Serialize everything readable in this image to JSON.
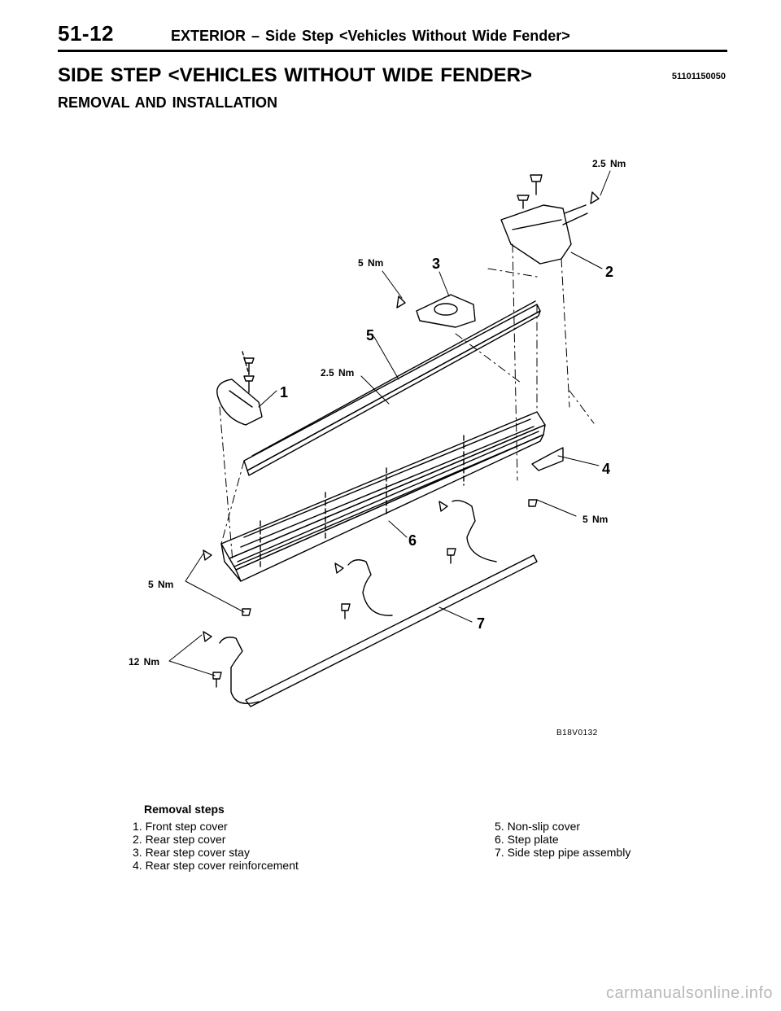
{
  "header": {
    "page_number": "51-12",
    "running_title": "EXTERIOR – Side Step <Vehicles Without Wide Fender>"
  },
  "section": {
    "title": "SIDE STEP <VEHICLES WITHOUT WIDE FENDER>",
    "code": "51101150050",
    "subtitle": "REMOVAL AND INSTALLATION"
  },
  "figure": {
    "id": "B18V0132",
    "callouts": [
      "1",
      "2",
      "3",
      "4",
      "5",
      "6",
      "7"
    ],
    "torques": [
      "2.5 Nm",
      "5 Nm",
      "2.5 Nm",
      "5 Nm",
      "5 Nm",
      "12 Nm"
    ]
  },
  "removal_steps": {
    "heading": "Removal steps",
    "items": [
      "1. Front step cover",
      "2. Rear step cover",
      "3. Rear step cover stay",
      "4. Rear step cover reinforcement",
      "5. Non-slip cover",
      "6. Step plate",
      "7. Side step pipe assembly"
    ]
  },
  "watermark": "carmanualsonline.info"
}
